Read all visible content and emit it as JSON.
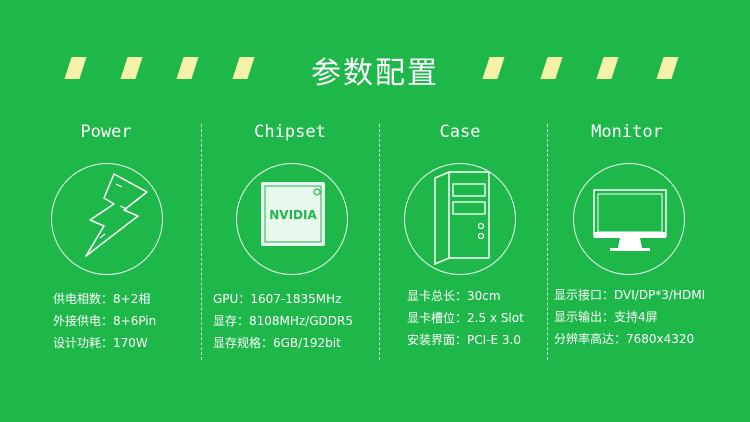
{
  "title": "参数配置",
  "columns": [
    {
      "key": "power",
      "title": "Power",
      "icon": "lightning-icon",
      "specs": [
        "供电相数：8+2相",
        "外接供电：8+6Pin",
        "设计功耗：170W"
      ]
    },
    {
      "key": "chipset",
      "title": "Chipset",
      "icon": "chip-icon",
      "chip_label": "NVIDIA",
      "specs": [
        "GPU：1607-1835MHz",
        "显存：8108MHz/GDDR5",
        "显存规格：6GB/192bit"
      ]
    },
    {
      "key": "case",
      "title": "Case",
      "icon": "pc-case-icon",
      "specs": [
        "显卡总长：30cm",
        "显卡槽位：2.5 x Slot",
        "安装界面：PCI-E 3.0"
      ]
    },
    {
      "key": "monitor",
      "title": "Monitor",
      "icon": "monitor-icon",
      "specs": [
        "显示接口：DVI/DP*3/HDMI",
        "显示输出：支持4屏",
        "分辨率高达：7680x4320"
      ]
    }
  ],
  "colors": {
    "background": "#1db74a",
    "stripe": "#f4f2a6",
    "foreground": "#ffffff"
  }
}
